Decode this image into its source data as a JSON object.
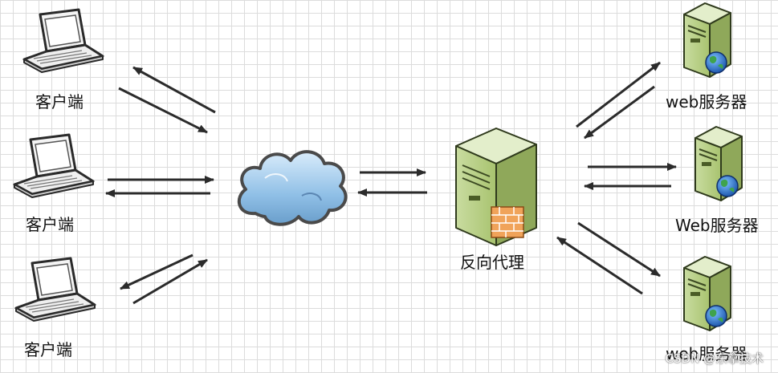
{
  "clients": [
    {
      "label": "客户端"
    },
    {
      "label": "客户端"
    },
    {
      "label": "客户端"
    }
  ],
  "proxy": {
    "label": "反向代理"
  },
  "servers": [
    {
      "label": "web服务器"
    },
    {
      "label": "Web服务器"
    },
    {
      "label": "web服务器"
    }
  ],
  "watermark": "CSDN @东拿技术"
}
